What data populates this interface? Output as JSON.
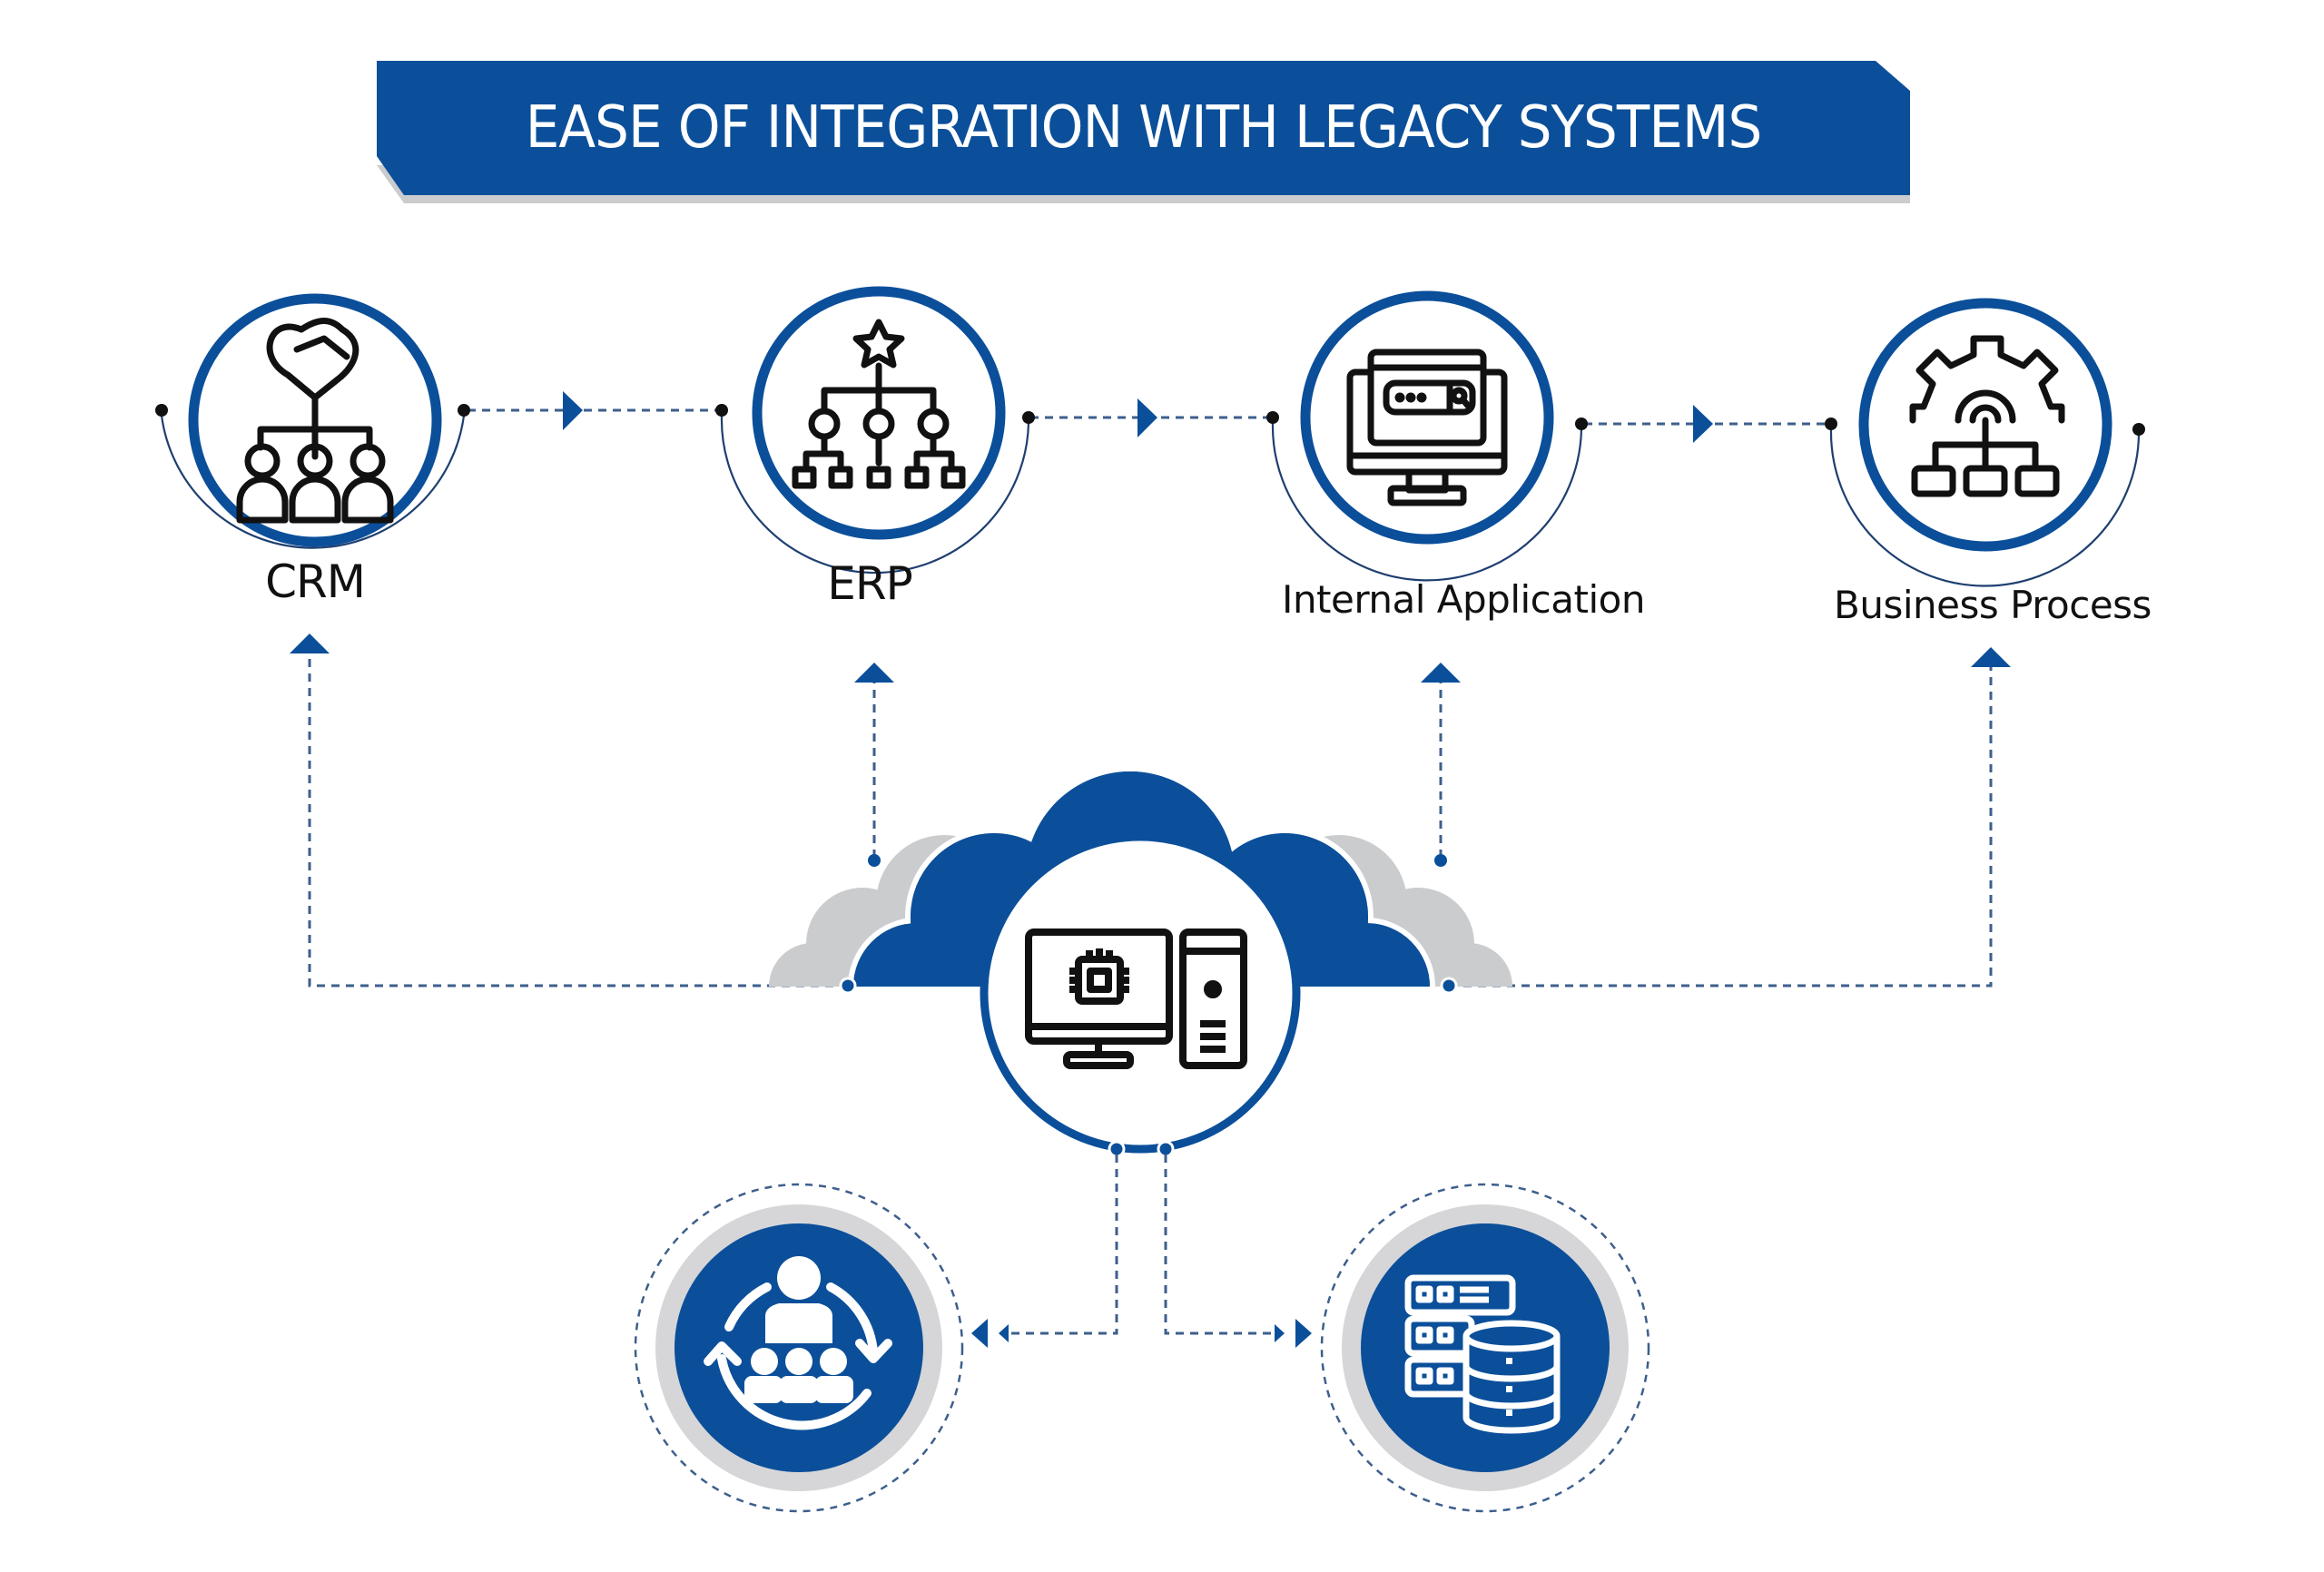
{
  "title": "EASE OF INTEGRATION WITH LEGACY SYSTEMS",
  "colors": {
    "brand_blue": "#0B4F9A",
    "cloud_gray": "#CBCCCE",
    "connector_dash": "#3D5F8C",
    "icon_stroke": "#111111",
    "background": "#FFFFFF"
  },
  "systems": [
    {
      "id": "crm",
      "label": "CRM",
      "icon": "handshake-heart-team-icon"
    },
    {
      "id": "erp",
      "label": "ERP",
      "icon": "org-hierarchy-star-icon"
    },
    {
      "id": "internal-app",
      "label": "Internal Application",
      "icon": "monitor-browser-search-icon"
    },
    {
      "id": "business-process",
      "label": "Business Process",
      "icon": "gear-workflow-icon"
    }
  ],
  "hub": {
    "icon": "desktop-computer-chip-tower-icon",
    "container": "cloud"
  },
  "bottom_nodes": [
    {
      "id": "team-management",
      "icon": "manager-team-cycle-icon"
    },
    {
      "id": "data-storage",
      "icon": "server-database-icon"
    }
  ]
}
